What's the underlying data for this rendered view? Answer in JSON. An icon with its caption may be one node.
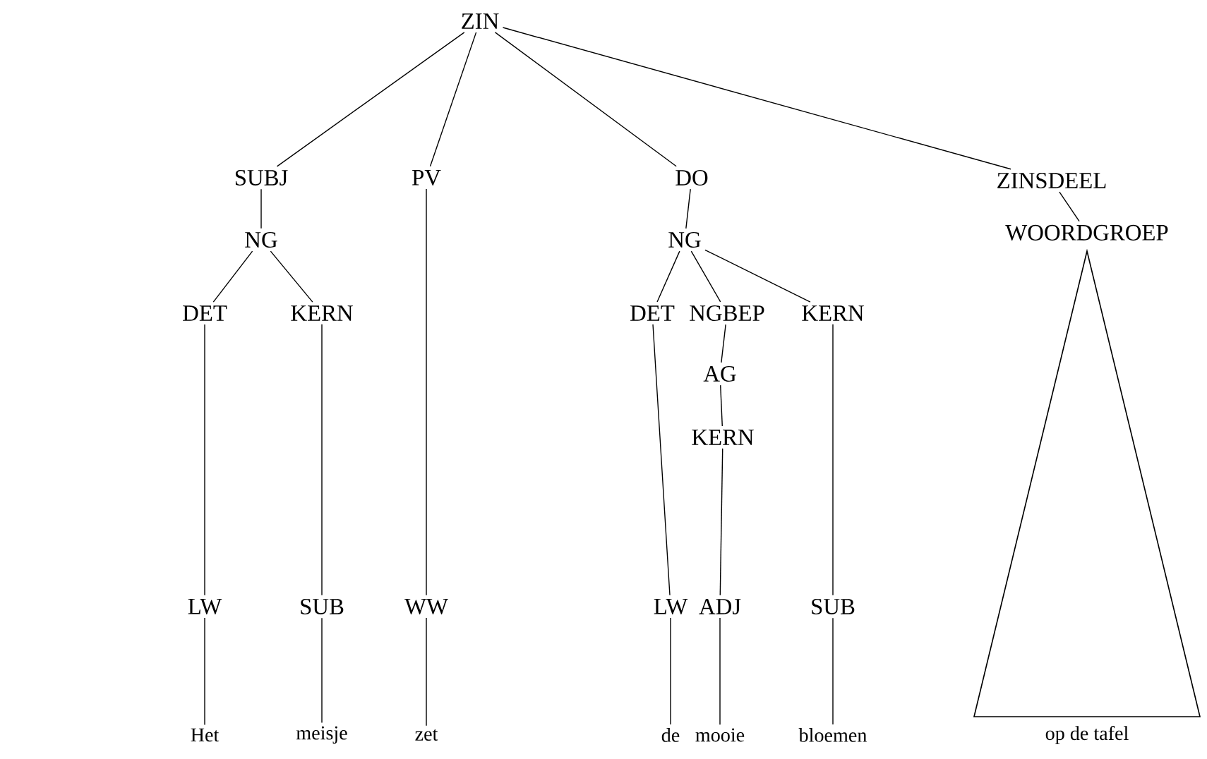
{
  "diagram": {
    "nodes": [
      {
        "text": [
          "ZIN"
        ]
      },
      {
        "text": [
          "SUBJ"
        ]
      },
      {
        "text": [
          "PV"
        ]
      },
      {
        "text": [
          "DO"
        ]
      },
      {
        "text": [
          "ZINSDEEL"
        ]
      },
      {
        "text": [
          "NG"
        ]
      },
      {
        "text": [
          "NG"
        ]
      },
      {
        "text": [
          "WOORDGROEP"
        ]
      },
      {
        "text": [
          "DET"
        ]
      },
      {
        "text": [
          "KERN"
        ]
      },
      {
        "text": [
          "DET"
        ]
      },
      {
        "text": [
          "NGBEP"
        ]
      },
      {
        "text": [
          "KERN"
        ]
      },
      {
        "text": [
          "AG"
        ]
      },
      {
        "text": [
          "KERN"
        ]
      },
      {
        "text": [
          "LW"
        ]
      },
      {
        "text": [
          "SUB"
        ]
      },
      {
        "text": [
          "WW"
        ]
      },
      {
        "text": [
          "LW"
        ]
      },
      {
        "text": [
          "ADJ"
        ]
      },
      {
        "text": [
          "SUB"
        ]
      },
      {
        "text": [
          "Het"
        ]
      },
      {
        "text": [
          "meisje"
        ]
      },
      {
        "text": [
          "zet"
        ]
      },
      {
        "text": [
          "de"
        ]
      },
      {
        "text": [
          "mooie"
        ]
      },
      {
        "text": [
          "bloemen"
        ]
      },
      {
        "text": [
          "op de tafel"
        ]
      }
    ],
    "edges": [
      {
        "from": 0,
        "to": 1,
        "arrow": "none"
      },
      {
        "from": 0,
        "to": 2,
        "arrow": "none"
      },
      {
        "from": 0,
        "to": 3,
        "arrow": "none"
      },
      {
        "from": 0,
        "to": 4,
        "arrow": "none"
      },
      {
        "from": 1,
        "to": 5,
        "arrow": "none"
      },
      {
        "from": 3,
        "to": 6,
        "arrow": "none"
      },
      {
        "from": 4,
        "to": 7,
        "arrow": "none"
      },
      {
        "from": 5,
        "to": 8,
        "arrow": "none"
      },
      {
        "from": 5,
        "to": 9,
        "arrow": "none"
      },
      {
        "from": 6,
        "to": 10,
        "arrow": "none"
      },
      {
        "from": 6,
        "to": 11,
        "arrow": "none"
      },
      {
        "from": 6,
        "to": 12,
        "arrow": "none"
      },
      {
        "from": 11,
        "to": 13,
        "arrow": "none"
      },
      {
        "from": 13,
        "to": 14,
        "arrow": "none"
      },
      {
        "from": 8,
        "to": 15,
        "arrow": "none"
      },
      {
        "from": 9,
        "to": 16,
        "arrow": "none"
      },
      {
        "from": 2,
        "to": 17,
        "arrow": "none"
      },
      {
        "from": 10,
        "to": 18,
        "arrow": "none"
      },
      {
        "from": 14,
        "to": 19,
        "arrow": "none"
      },
      {
        "from": 12,
        "to": 20,
        "arrow": "none"
      },
      {
        "from": 15,
        "to": 21,
        "arrow": "none"
      },
      {
        "from": 16,
        "to": 22,
        "arrow": "none"
      },
      {
        "from": 17,
        "to": 23,
        "arrow": "none"
      },
      {
        "from": 18,
        "to": 24,
        "arrow": "none"
      },
      {
        "from": 19,
        "to": 25,
        "arrow": "none"
      },
      {
        "from": 20,
        "to": 26,
        "arrow": "none"
      }
    ]
  }
}
